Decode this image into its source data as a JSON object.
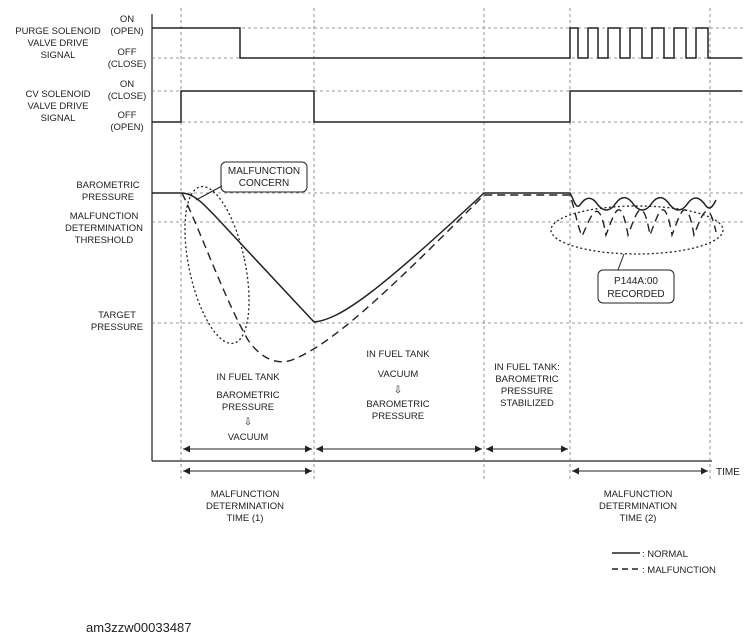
{
  "signals": {
    "purge": {
      "title_lines": [
        "PURGE SOLENOID",
        "VALVE DRIVE",
        "SIGNAL"
      ],
      "on_lines": [
        "ON",
        "(OPEN)"
      ],
      "off_lines": [
        "OFF",
        "(CLOSE)"
      ]
    },
    "cv": {
      "title_lines": [
        "CV SOLENOID",
        "VALVE DRIVE",
        "SIGNAL"
      ],
      "on_lines": [
        "ON",
        "(CLOSE)"
      ],
      "off_lines": [
        "OFF",
        "(OPEN)"
      ]
    }
  },
  "pressure_labels": {
    "barometric": [
      "BAROMETRIC",
      "PRESSURE"
    ],
    "threshold": [
      "MALFUNCTION",
      "DETERMINATION",
      "THRESHOLD"
    ],
    "target": [
      "TARGET",
      "PRESSURE"
    ]
  },
  "callouts": {
    "concern": [
      "MALFUNCTION",
      "CONCERN"
    ],
    "recorded": [
      "P144A:00",
      "RECORDED"
    ]
  },
  "phases": {
    "p1": [
      "IN FUEL TANK",
      "",
      "BAROMETRIC",
      "PRESSURE",
      "⇩",
      "VACUUM"
    ],
    "p2": [
      "IN FUEL TANK",
      "",
      "VACUUM",
      "⇩",
      "BAROMETRIC",
      "PRESSURE"
    ],
    "p3": [
      "IN FUEL TANK:",
      "BAROMETRIC",
      "PRESSURE",
      "STABILIZED"
    ]
  },
  "axis": {
    "time_label": "TIME"
  },
  "determination": {
    "t1": [
      "MALFUNCTION",
      "DETERMINATION",
      "TIME (1)"
    ],
    "t2": [
      "MALFUNCTION",
      "DETERMINATION",
      "TIME (2)"
    ]
  },
  "legend": {
    "normal": ": NORMAL",
    "malfunction": ": MALFUNCTION"
  },
  "caption": "am3zzw00033487"
}
